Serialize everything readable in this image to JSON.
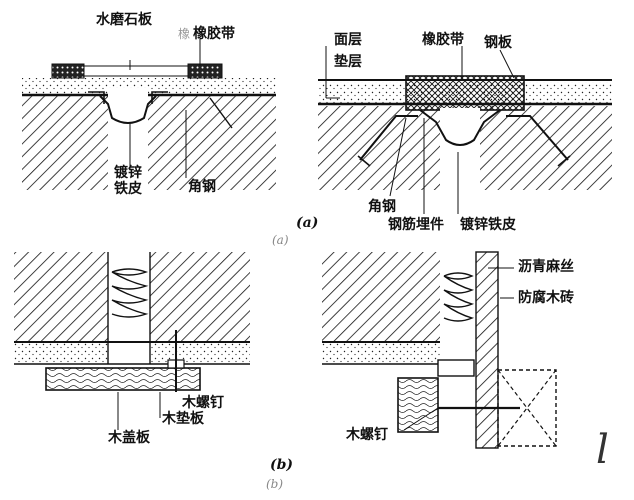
{
  "panel_a": {
    "left": {
      "terrazzo_label": "水磨石板",
      "rubber_label_prefix": "橡",
      "rubber_label": "橡胶带",
      "galv_label_line1": "镀锌",
      "galv_label_line2": "铁皮",
      "angle_label": "角钢"
    },
    "right": {
      "surface_label": "面层",
      "cushion_label": "垫层",
      "rubber_label": "橡胶带",
      "steel_plate_label": "钢板",
      "angle_label": "角钢",
      "embed_label": "钢筋埋件",
      "galv_label": "镀锌铁皮"
    },
    "caption_bold": "(a)",
    "caption_light": "(a)"
  },
  "panel_b": {
    "left": {
      "screw_label": "木螺钉",
      "cover_label": "木盖板",
      "pad_label": "木垫板"
    },
    "right": {
      "asphalt_label": "沥青麻丝",
      "brick_label": "防腐木砖",
      "screw_label": "木螺钉"
    },
    "caption_bold": "(b)",
    "caption_light": "(b)"
  },
  "corner_mark": "l"
}
